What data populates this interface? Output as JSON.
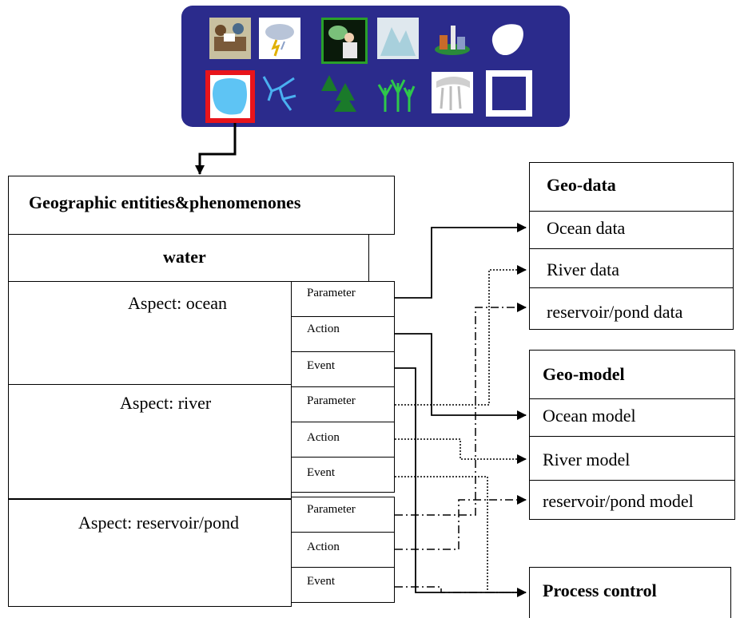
{
  "entities": {
    "title": "Geographic entities&phenomenones",
    "subtitle": "water",
    "aspects": [
      {
        "label": "Aspect: ocean",
        "items": [
          "Parameter",
          "Action",
          "Event"
        ]
      },
      {
        "label": "Aspect: river",
        "items": [
          "Parameter",
          "Action",
          "Event"
        ]
      },
      {
        "label": "Aspect: reservoir/pond",
        "items": [
          "Parameter",
          "Action",
          "Event"
        ]
      }
    ]
  },
  "geo_data": {
    "header": "Geo-data",
    "rows": [
      "Ocean data",
      "River data",
      "reservoir/pond data"
    ]
  },
  "geo_model": {
    "header": "Geo-model",
    "rows": [
      "Ocean model",
      "River model",
      "reservoir/pond model"
    ]
  },
  "process_control": {
    "header": "Process control"
  },
  "icon_panel": {
    "bg_color": "#2b2b8c",
    "selected_color": "#e8141b",
    "icons": [
      "meeting-people-icon",
      "storm-cloud-icon",
      "presenter-icon",
      "mountain-icon",
      "city-icon",
      "white-blob-icon",
      "lake-icon",
      "river-branches-icon",
      "pine-trees-icon",
      "plants-icon",
      "waterfall-icon",
      "blue-square-icon"
    ]
  }
}
